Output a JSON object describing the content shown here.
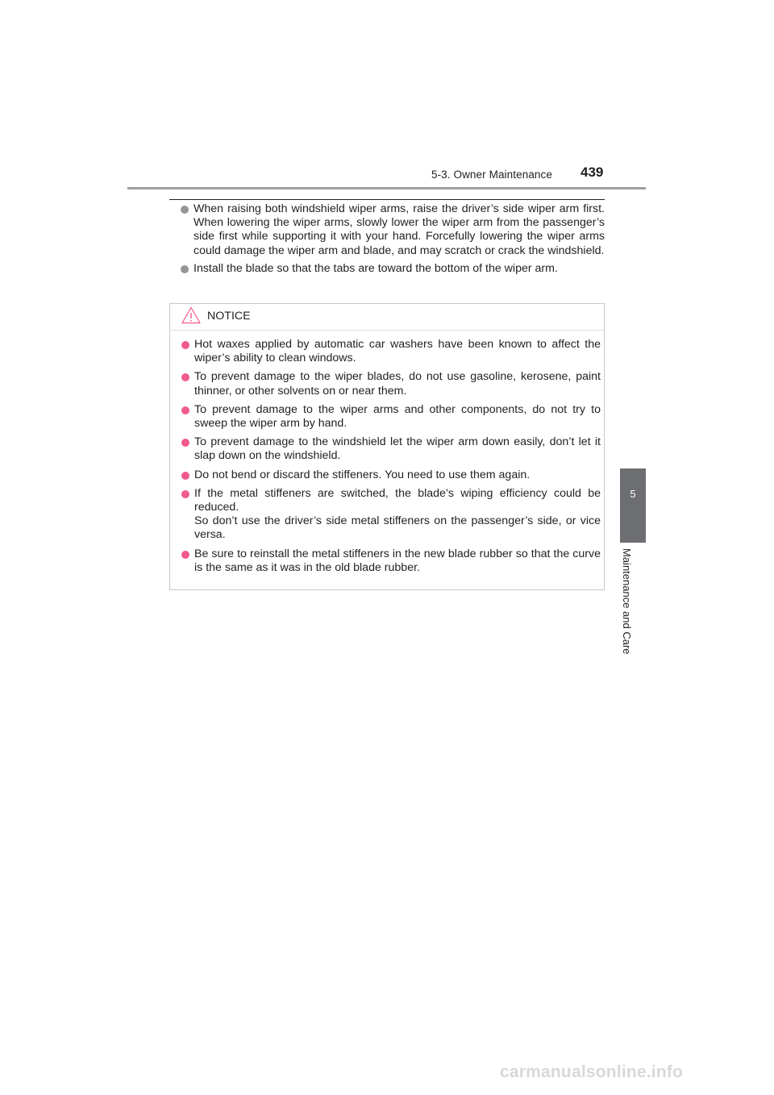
{
  "header": {
    "section": "5-3. Owner Maintenance",
    "page_number": "439"
  },
  "side_tab": {
    "number": "5",
    "label": "Maintenance and Care"
  },
  "upper_items": [
    "When raising both windshield wiper arms, raise the driver’s side wiper arm first. When lowering the wiper arms, slowly lower the wiper arm from the passenger’s side first while supporting it with your hand. Forcefully lowering the wiper arms could damage the wiper arm and blade, and may scratch or crack the windshield.",
    "Install the blade so that the tabs are toward the bottom of the wiper arm."
  ],
  "notice": {
    "title": "NOTICE",
    "icon": "warning-triangle-icon",
    "items": [
      "Hot waxes applied by automatic car washers have been known to affect the wiper’s ability to clean windows.",
      "To prevent damage to the wiper blades, do not use gasoline, kerosene, paint thinner, or other solvents on or near them.",
      "To prevent damage to the wiper arms and other components, do not try to sweep the wiper arm by hand.",
      "To prevent damage to the windshield let the wiper arm down easily, don’t let it slap down on the windshield.",
      "Do not bend or discard the stiffeners. You need to use them again.",
      "If the metal stiffeners are switched, the blade’s wiping efficiency could be reduced.",
      "Be sure to reinstall the metal stiffeners in the new blade rubber so that the curve is the same as it was in the old blade rubber."
    ],
    "extra_line": "So don’t use the driver’s side metal stiffeners on the passenger’s side, or vice versa."
  },
  "watermark": "carmanualsonline.info",
  "colors": {
    "notice_bullet": "#f05a8c",
    "body_bullet": "#939598",
    "side_tab": "#6d6e71"
  }
}
